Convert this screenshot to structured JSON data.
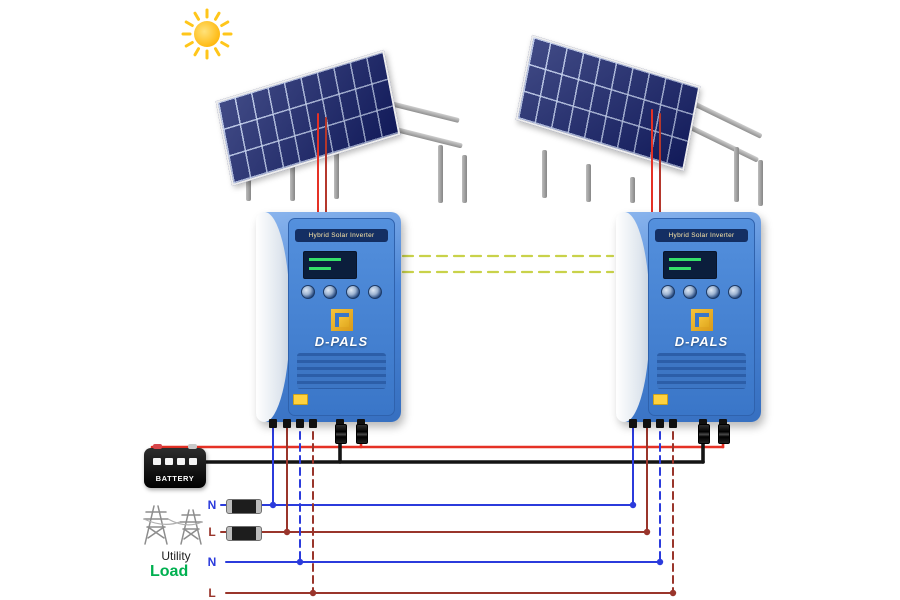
{
  "inverter": {
    "header_label": "Hybrid Solar Inverter",
    "brand": "D-PALS"
  },
  "battery": {
    "label": "BATTERY"
  },
  "utility": {
    "label": "Utility"
  },
  "load": {
    "label": "Load"
  },
  "wire_labels": {
    "utility_neutral": "N",
    "utility_line": "L",
    "load_neutral": "N",
    "load_line": "L"
  },
  "colors": {
    "pv_positive": "#e53125",
    "pv_negative": "#b5372c",
    "battery_positive": "#e53125",
    "battery_negative": "#141414",
    "neutral": "#2b3bdc",
    "line": "#99352b",
    "comm_link": "#c9d24a",
    "sun": "#ffc61a",
    "inverter_body": "#4a85d6",
    "panel_cell": "#18246c",
    "load_text": "#00b050"
  }
}
